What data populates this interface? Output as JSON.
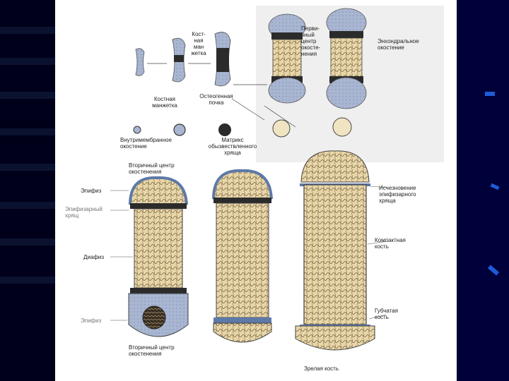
{
  "labels": {
    "cartilage_model": "Кост-\nная\nман\nжетка",
    "bone_collar": "Костная\nманжетка",
    "osteogenic_bud": "Остеогенная\nпочка",
    "primary_center": "Перви-\nчный\nцентр\nокосте-\nнения",
    "endochondral": "Энхондральное\nокостение",
    "intramembranous": "Внутримембранное\nокостение",
    "calcified_matrix": "Матрикс\nобызвествленного\nхряща",
    "secondary_center_top": "Вторичный центр\nокостенения",
    "epiphysis": "Эпифиз",
    "epiphyseal_plate": "Эпифизарный\nхрящ",
    "diaphysis": "Диафиз",
    "epiphysis_bottom": "Эпифиз",
    "disappearance": "Исчезновение\nэпифизарного\nхряща",
    "compact_bone": "Компактная\nкость",
    "spongy_bone": "Губчатая\nкость",
    "secondary_center_bottom": "Вторичный центр\nокостенения",
    "mature_bone": "Зрелая кость"
  },
  "colors": {
    "bone": "#e9d6a8",
    "cartilage": "#a9b6d2",
    "band": "#2b2b2b",
    "plate": "#5d79a8",
    "slide_bg": "#00001e",
    "accent": "#1e5bd8"
  }
}
